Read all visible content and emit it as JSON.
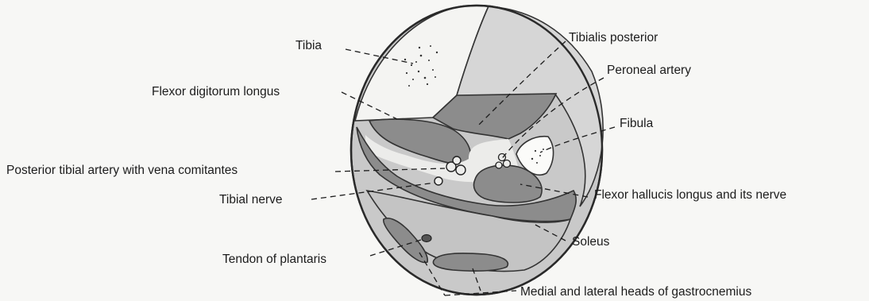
{
  "labels": {
    "tibia": "Tibia",
    "tibialis_posterior": "Tibialis posterior",
    "peroneal_artery": "Peroneal artery",
    "flexor_digitorum_longus": "Flexor digitorum longus",
    "fibula": "Fibula",
    "posterior_tibial_artery": "Posterior tibial artery with vena comitantes",
    "tibial_nerve": "Tibial nerve",
    "flexor_hallucis_longus": "Flexor hallucis longus and its nerve",
    "soleus": "Soleus",
    "tendon_of_plantaris": "Tendon of plantaris",
    "gastrocnemius": "Medial and lateral heads of gastrocnemius"
  },
  "colors": {
    "background": "#f7f7f5",
    "outline": "#2a2a2a",
    "light_region": "#f4f4f2",
    "medium_region": "#c9c9c9",
    "dark_muscle": "#8c8c8c",
    "bone": "#fbfbf9"
  }
}
